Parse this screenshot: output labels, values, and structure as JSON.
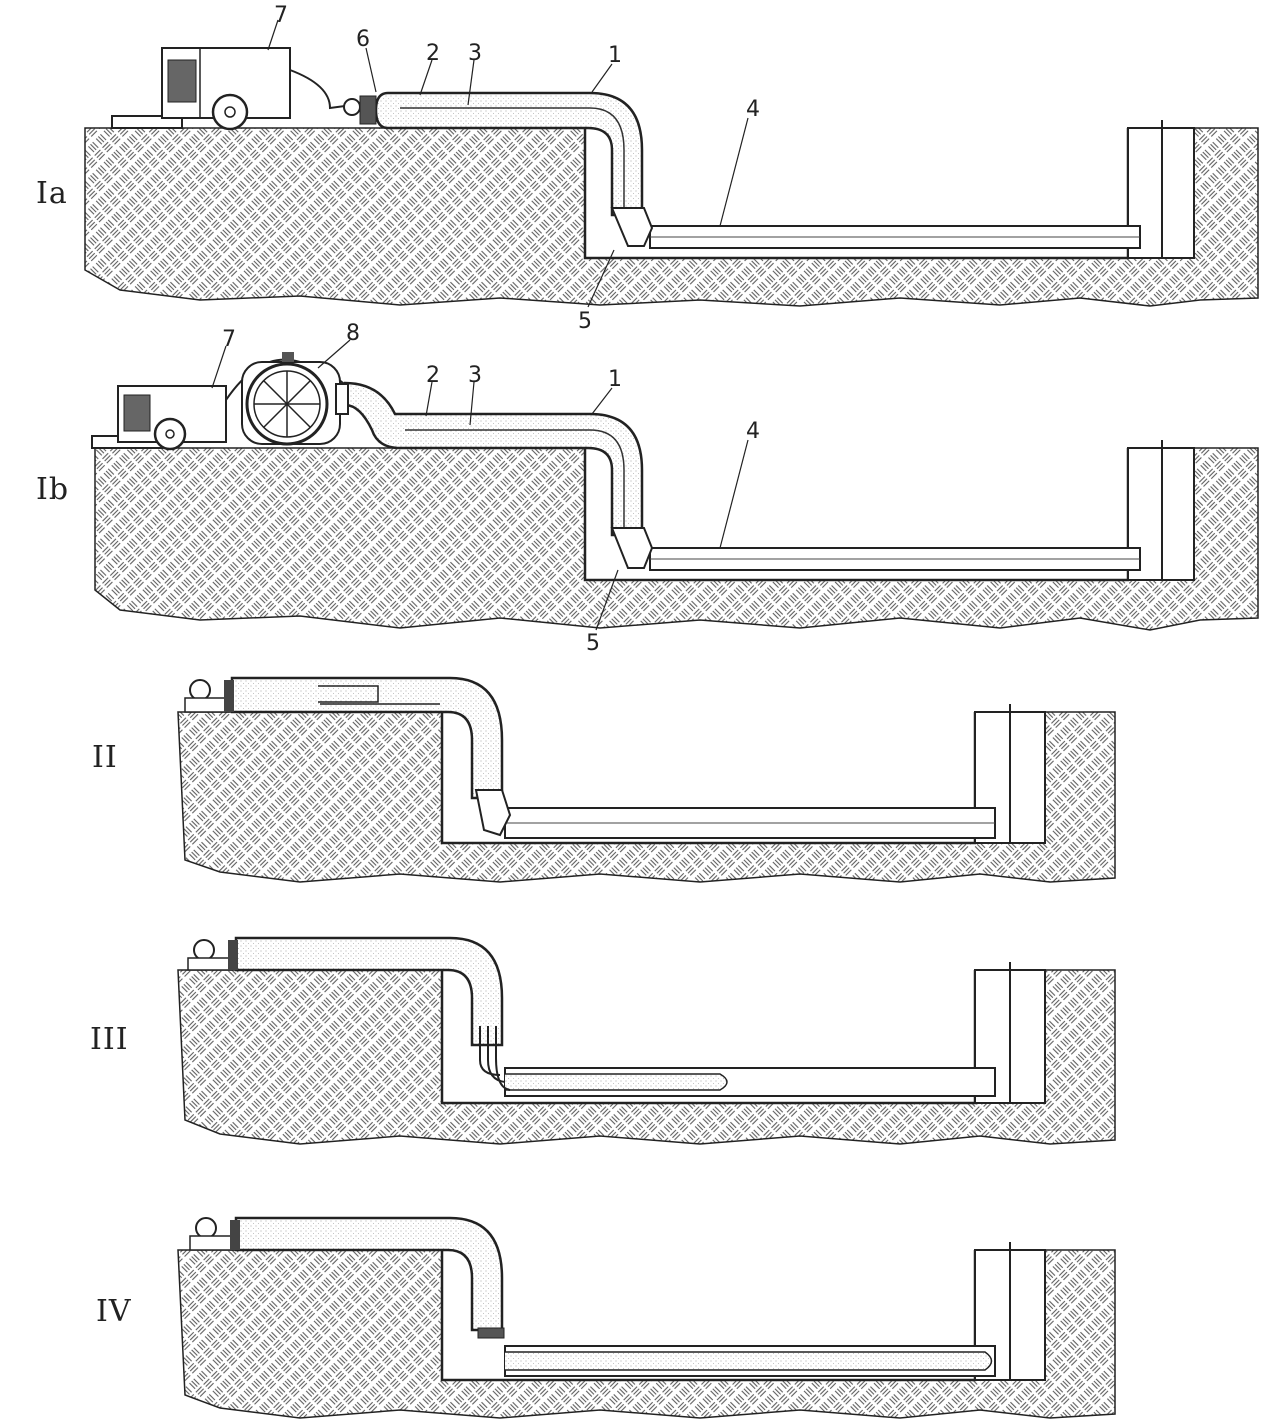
{
  "panels": [
    {
      "id": "Ia",
      "label": "Ia",
      "numbers": [
        "7",
        "6",
        "2",
        "3",
        "1",
        "4",
        "5"
      ]
    },
    {
      "id": "Ib",
      "label": "Ib",
      "numbers": [
        "7",
        "8",
        "2",
        "3",
        "1",
        "4",
        "5"
      ]
    },
    {
      "id": "II",
      "label": "II",
      "numbers": []
    },
    {
      "id": "III",
      "label": "III",
      "numbers": []
    },
    {
      "id": "IV",
      "label": "IV",
      "numbers": []
    }
  ],
  "colors": {
    "ink": "#1a1a1a",
    "earth_bg": "#ffffff",
    "hatch": "#6b6b6b"
  },
  "icons": [
    "tractor-unit-icon",
    "pump-icon",
    "fan-drum-icon"
  ]
}
